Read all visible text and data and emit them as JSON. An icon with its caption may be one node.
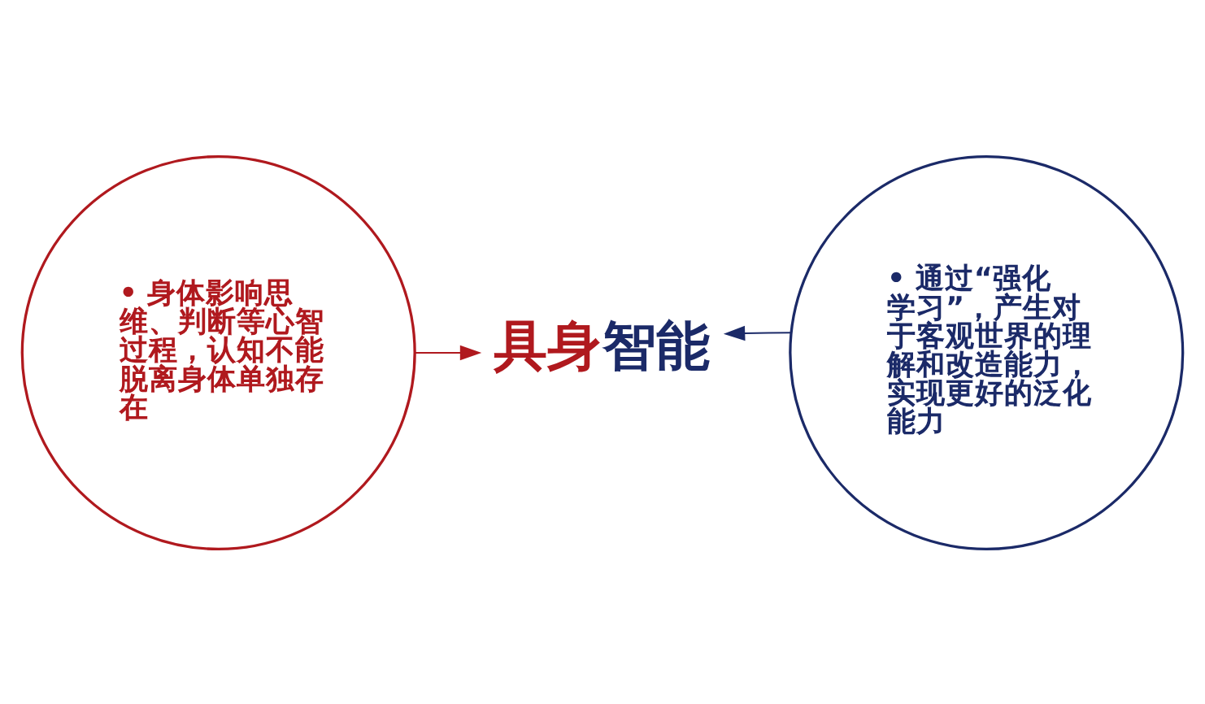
{
  "diagram": {
    "nodes": [
      {
        "text": [
          "• 身体影响思维、判断等心智过程，认知不能脱离身体单独存在"
        ]
      },
      {
        "text": [
          "具身智能"
        ]
      },
      {
        "text": [
          "• 通过“强化学习”，产生对于客观世界的理解和改造能力，实现更好的泛化能力"
        ]
      }
    ],
    "edges": [
      {
        "from": 0,
        "to": 1,
        "arrow": "to",
        "color": "#b0191e"
      },
      {
        "from": 2,
        "to": 1,
        "arrow": "to",
        "color": "#1b2a68"
      }
    ]
  }
}
